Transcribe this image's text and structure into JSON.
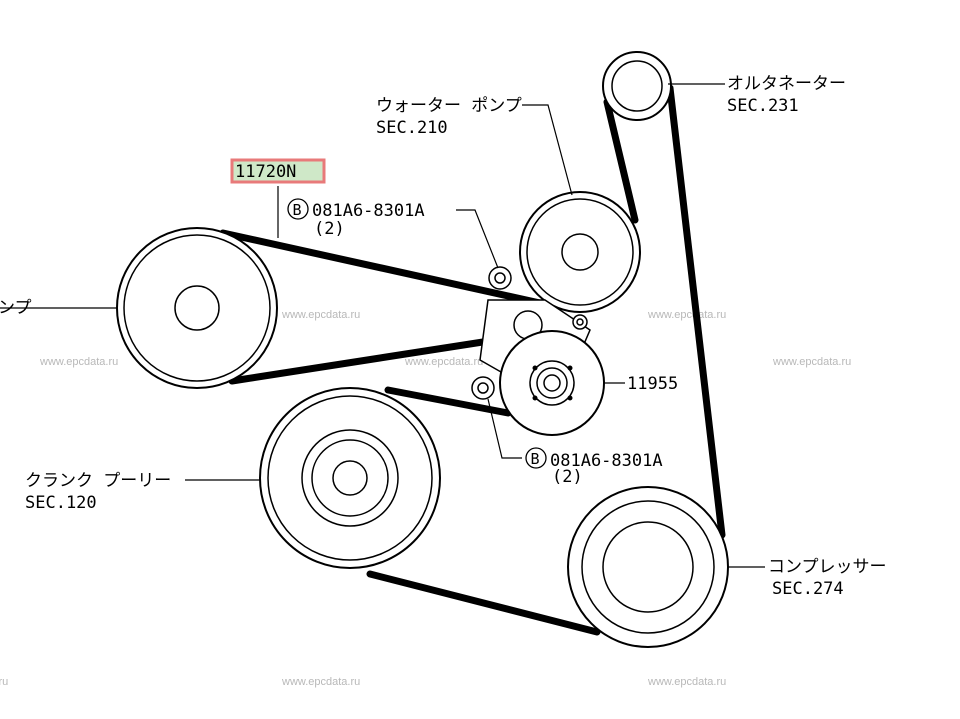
{
  "watermark_text": "www.epcdata.ru",
  "highlight_color": "#e87a7a",
  "highlight_fill": "#cfe8c8",
  "belt": {
    "part_no": "11720N"
  },
  "callouts": {
    "water_pump_name": "ウォーター  ポンプ",
    "water_pump_sec": "SEC.210",
    "alternator_name": "オルタネーター",
    "alternator_sec": "SEC.231",
    "power_steering_name": "ンプ",
    "bolt_upper_mark": "B",
    "bolt_upper_no": "081A6-8301A",
    "bolt_upper_qty": "(2)",
    "tensioner_no": "11955",
    "bolt_lower_mark": "B",
    "bolt_lower_no": "081A6-8301A",
    "bolt_lower_qty": "(2)",
    "crank_name": "クランク  プーリー",
    "crank_sec": "SEC.120",
    "compressor_name": "コンプレッサー",
    "compressor_sec": "SEC.274"
  }
}
